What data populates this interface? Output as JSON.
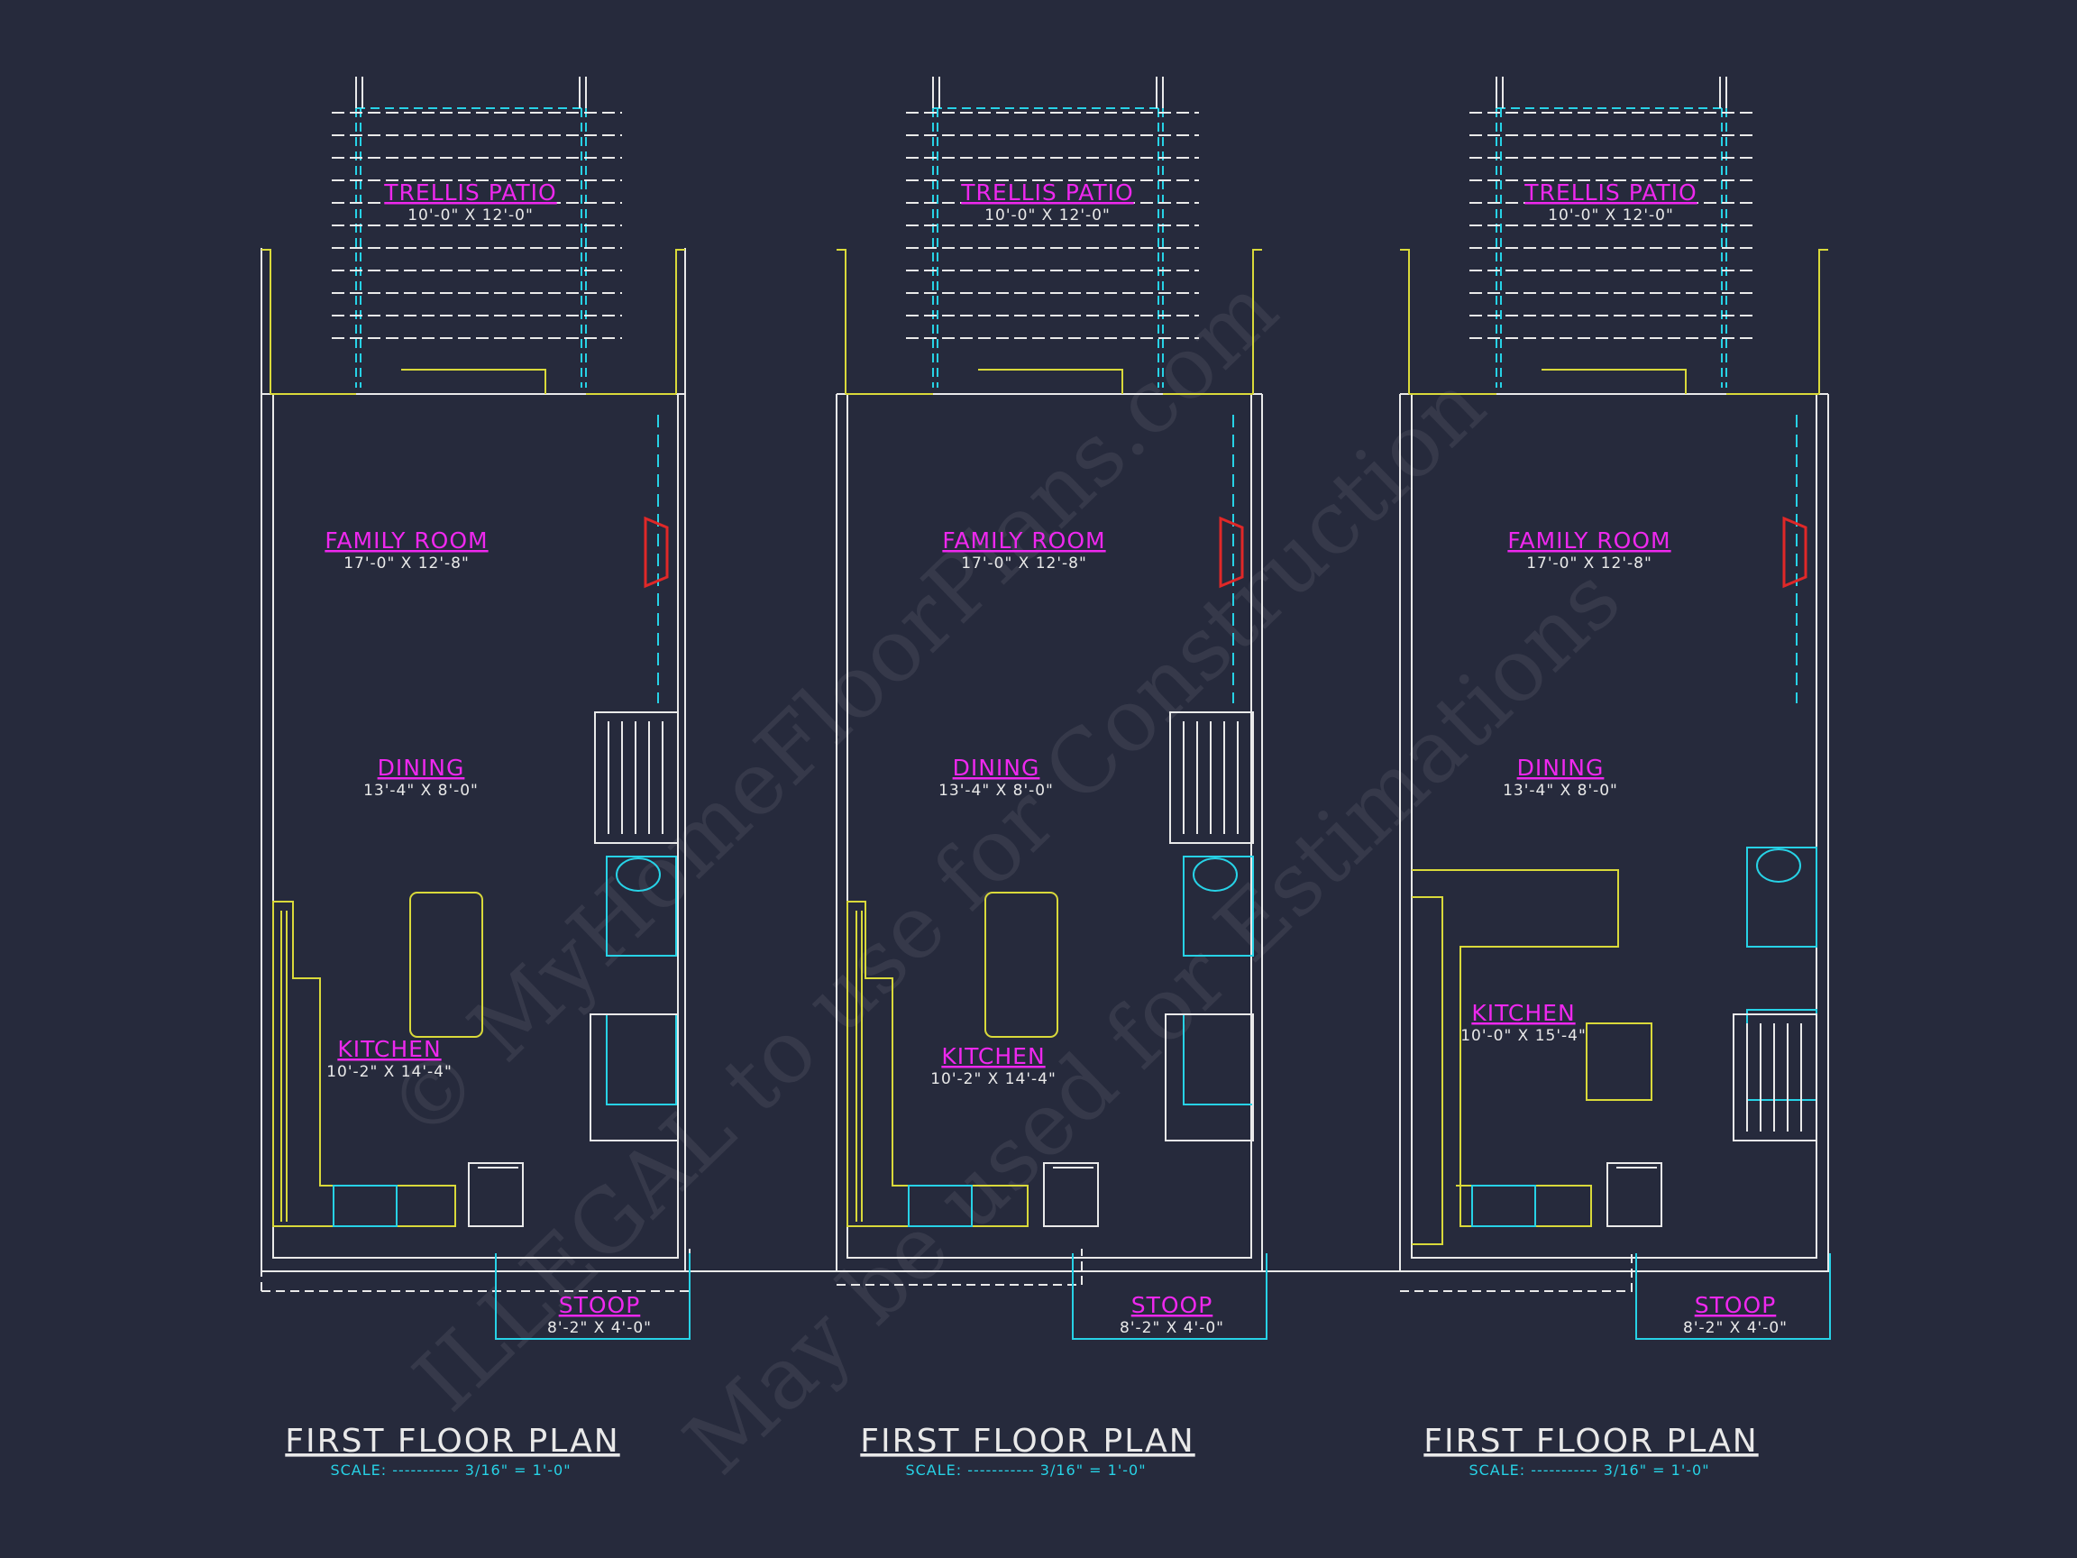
{
  "colors": {
    "background": "#262a3c",
    "wall": "#e9e9e9",
    "room_label": "#ee28ee",
    "dimension": "#e9e9e9",
    "cabinet": "#d9d93a",
    "fixture": "#27d2e6",
    "fireplace": "#e02828"
  },
  "plans": [
    {
      "trellis": {
        "name": "TRELLIS PATIO",
        "size": "10'-0\" X 12'-0\""
      },
      "family": {
        "name": "FAMILY ROOM",
        "size": "17'-0\" X 12'-8\""
      },
      "dining": {
        "name": "DINING",
        "size": "13'-4\" X 8'-0\""
      },
      "kitchen": {
        "name": "KITCHEN",
        "size": "10'-2\" X 14'-4\""
      },
      "stoop": {
        "name": "STOOP",
        "size": "8'-2\" X 4'-0\""
      },
      "title": "FIRST FLOOR PLAN",
      "scale": "SCALE: ----------- 3/16\" = 1'-0\""
    },
    {
      "trellis": {
        "name": "TRELLIS PATIO",
        "size": "10'-0\" X 12'-0\""
      },
      "family": {
        "name": "FAMILY ROOM",
        "size": "17'-0\" X 12'-8\""
      },
      "dining": {
        "name": "DINING",
        "size": "13'-4\" X 8'-0\""
      },
      "kitchen": {
        "name": "KITCHEN",
        "size": "10'-2\" X 14'-4\""
      },
      "stoop": {
        "name": "STOOP",
        "size": "8'-2\" X 4'-0\""
      },
      "title": "FIRST FLOOR PLAN",
      "scale": "SCALE: ----------- 3/16\" = 1'-0\""
    },
    {
      "trellis": {
        "name": "TRELLIS PATIO",
        "size": "10'-0\" X 12'-0\""
      },
      "family": {
        "name": "FAMILY ROOM",
        "size": "17'-0\" X 12'-8\""
      },
      "dining": {
        "name": "DINING",
        "size": "13'-4\" X 8'-0\""
      },
      "kitchen": {
        "name": "KITCHEN",
        "size": "10'-0\" X 15'-4\""
      },
      "stoop": {
        "name": "STOOP",
        "size": "8'-2\" X 4'-0\""
      },
      "title": "FIRST FLOOR PLAN",
      "scale": "SCALE: ----------- 3/16\" = 1'-0\""
    }
  ],
  "watermark": {
    "line1": "© MyHomeFloorPlans.com",
    "line2": "ILLEGAL to use for Construction",
    "line3": "May be used for Estimations"
  }
}
